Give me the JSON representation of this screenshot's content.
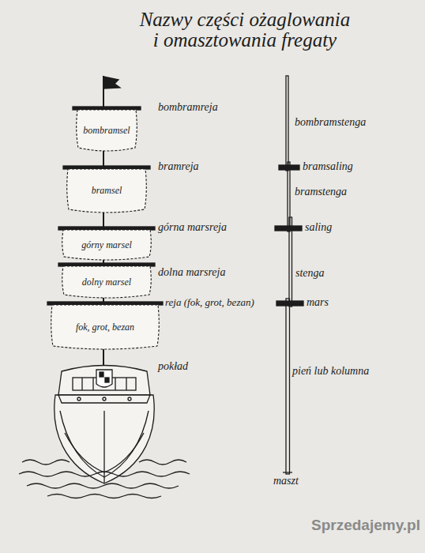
{
  "diagram": {
    "title": "Nazwy części ożaglowania i omasztowania fregaty",
    "nodes": [
      {
        "text": [
          "bombramsel"
        ]
      },
      {
        "text": [
          "bramsel"
        ]
      },
      {
        "text": [
          "górny marsel"
        ]
      },
      {
        "text": [
          "dolny marsel"
        ]
      },
      {
        "text": [
          "fok, grot, bezan"
        ]
      }
    ],
    "labels": [
      "bombramreja",
      "bramreja",
      "górna marsreja",
      "dolna marsreja",
      "reja (fok, grot, bezan)",
      "pokład",
      "bombramstenga",
      "bramsaling",
      "bramstenga",
      "saling",
      "stenga",
      "mars",
      "pień lub kolumna",
      "maszt",
      "Sprzedajemy.pl"
    ]
  }
}
